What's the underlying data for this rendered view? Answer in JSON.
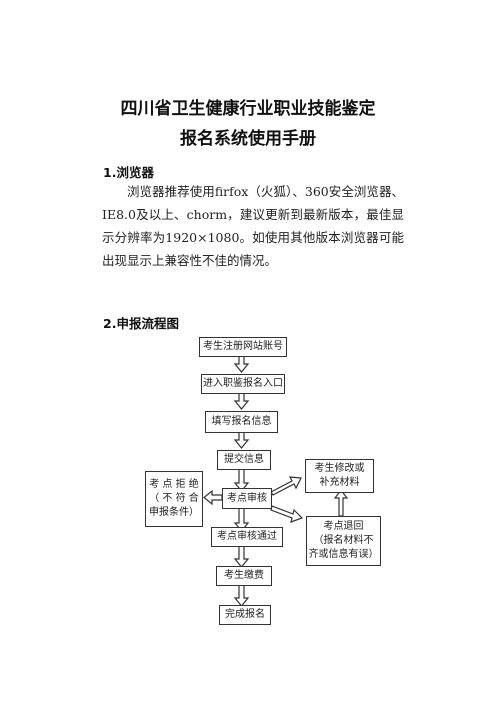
{
  "title_line1": "四川省卫生健康行业职业技能鉴定",
  "title_line2": "报名系统使用手册",
  "section1": {
    "heading": "1.浏览器",
    "paragraph": "浏览器推荐使用firfox（火狐）、360安全浏览器、IE8.0及以上、chorm，建议更新到最新版本，最佳显示分辨率为1920×1080。如使用其他版本浏览器可能出现显示上兼容性不佳的情况。"
  },
  "section2": {
    "heading": "2.申报流程图"
  },
  "flowchart": {
    "step1": "考生注册网站账号",
    "step2": "进入职鉴报名入口",
    "step3": "填写报名信息",
    "step4": "提交信息",
    "step5": "考点审核",
    "step6": "考点审核通过",
    "step7": "考生缴费",
    "step8": "完成报名",
    "reject": [
      "考 点 拒 绝",
      "（ 不 符 合",
      "申报条件）"
    ],
    "modify": [
      "考生修改或",
      "补充材料"
    ],
    "return": [
      "考点退回",
      "（报名材料不",
      "齐或信息有误）"
    ]
  }
}
